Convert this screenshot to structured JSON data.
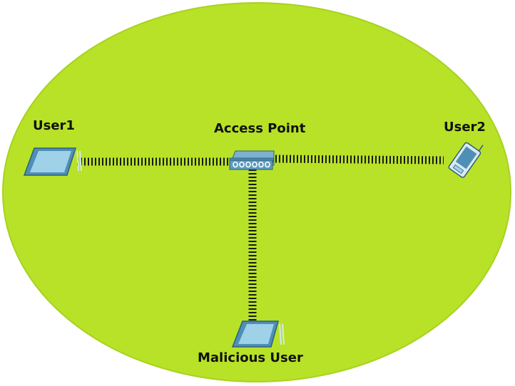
{
  "colors": {
    "zone_fill": "#b8e227",
    "zone_stroke": "#a8d21e",
    "link": "#1a1a1a",
    "device_blue": "#4f8fb5",
    "device_light": "#9fd1e8"
  },
  "nodes": {
    "user1": {
      "label": "User1",
      "icon": "laptop-icon"
    },
    "access_point": {
      "label": "Access Point",
      "icon": "access-point-icon"
    },
    "user2": {
      "label": "User2",
      "icon": "pda-icon"
    },
    "malicious_user": {
      "label": "Malicious User",
      "icon": "laptop-icon"
    }
  },
  "edges": [
    {
      "from": "user1",
      "to": "access_point",
      "style": "wireless"
    },
    {
      "from": "access_point",
      "to": "user2",
      "style": "wireless"
    },
    {
      "from": "access_point",
      "to": "malicious_user",
      "style": "wireless"
    }
  ]
}
